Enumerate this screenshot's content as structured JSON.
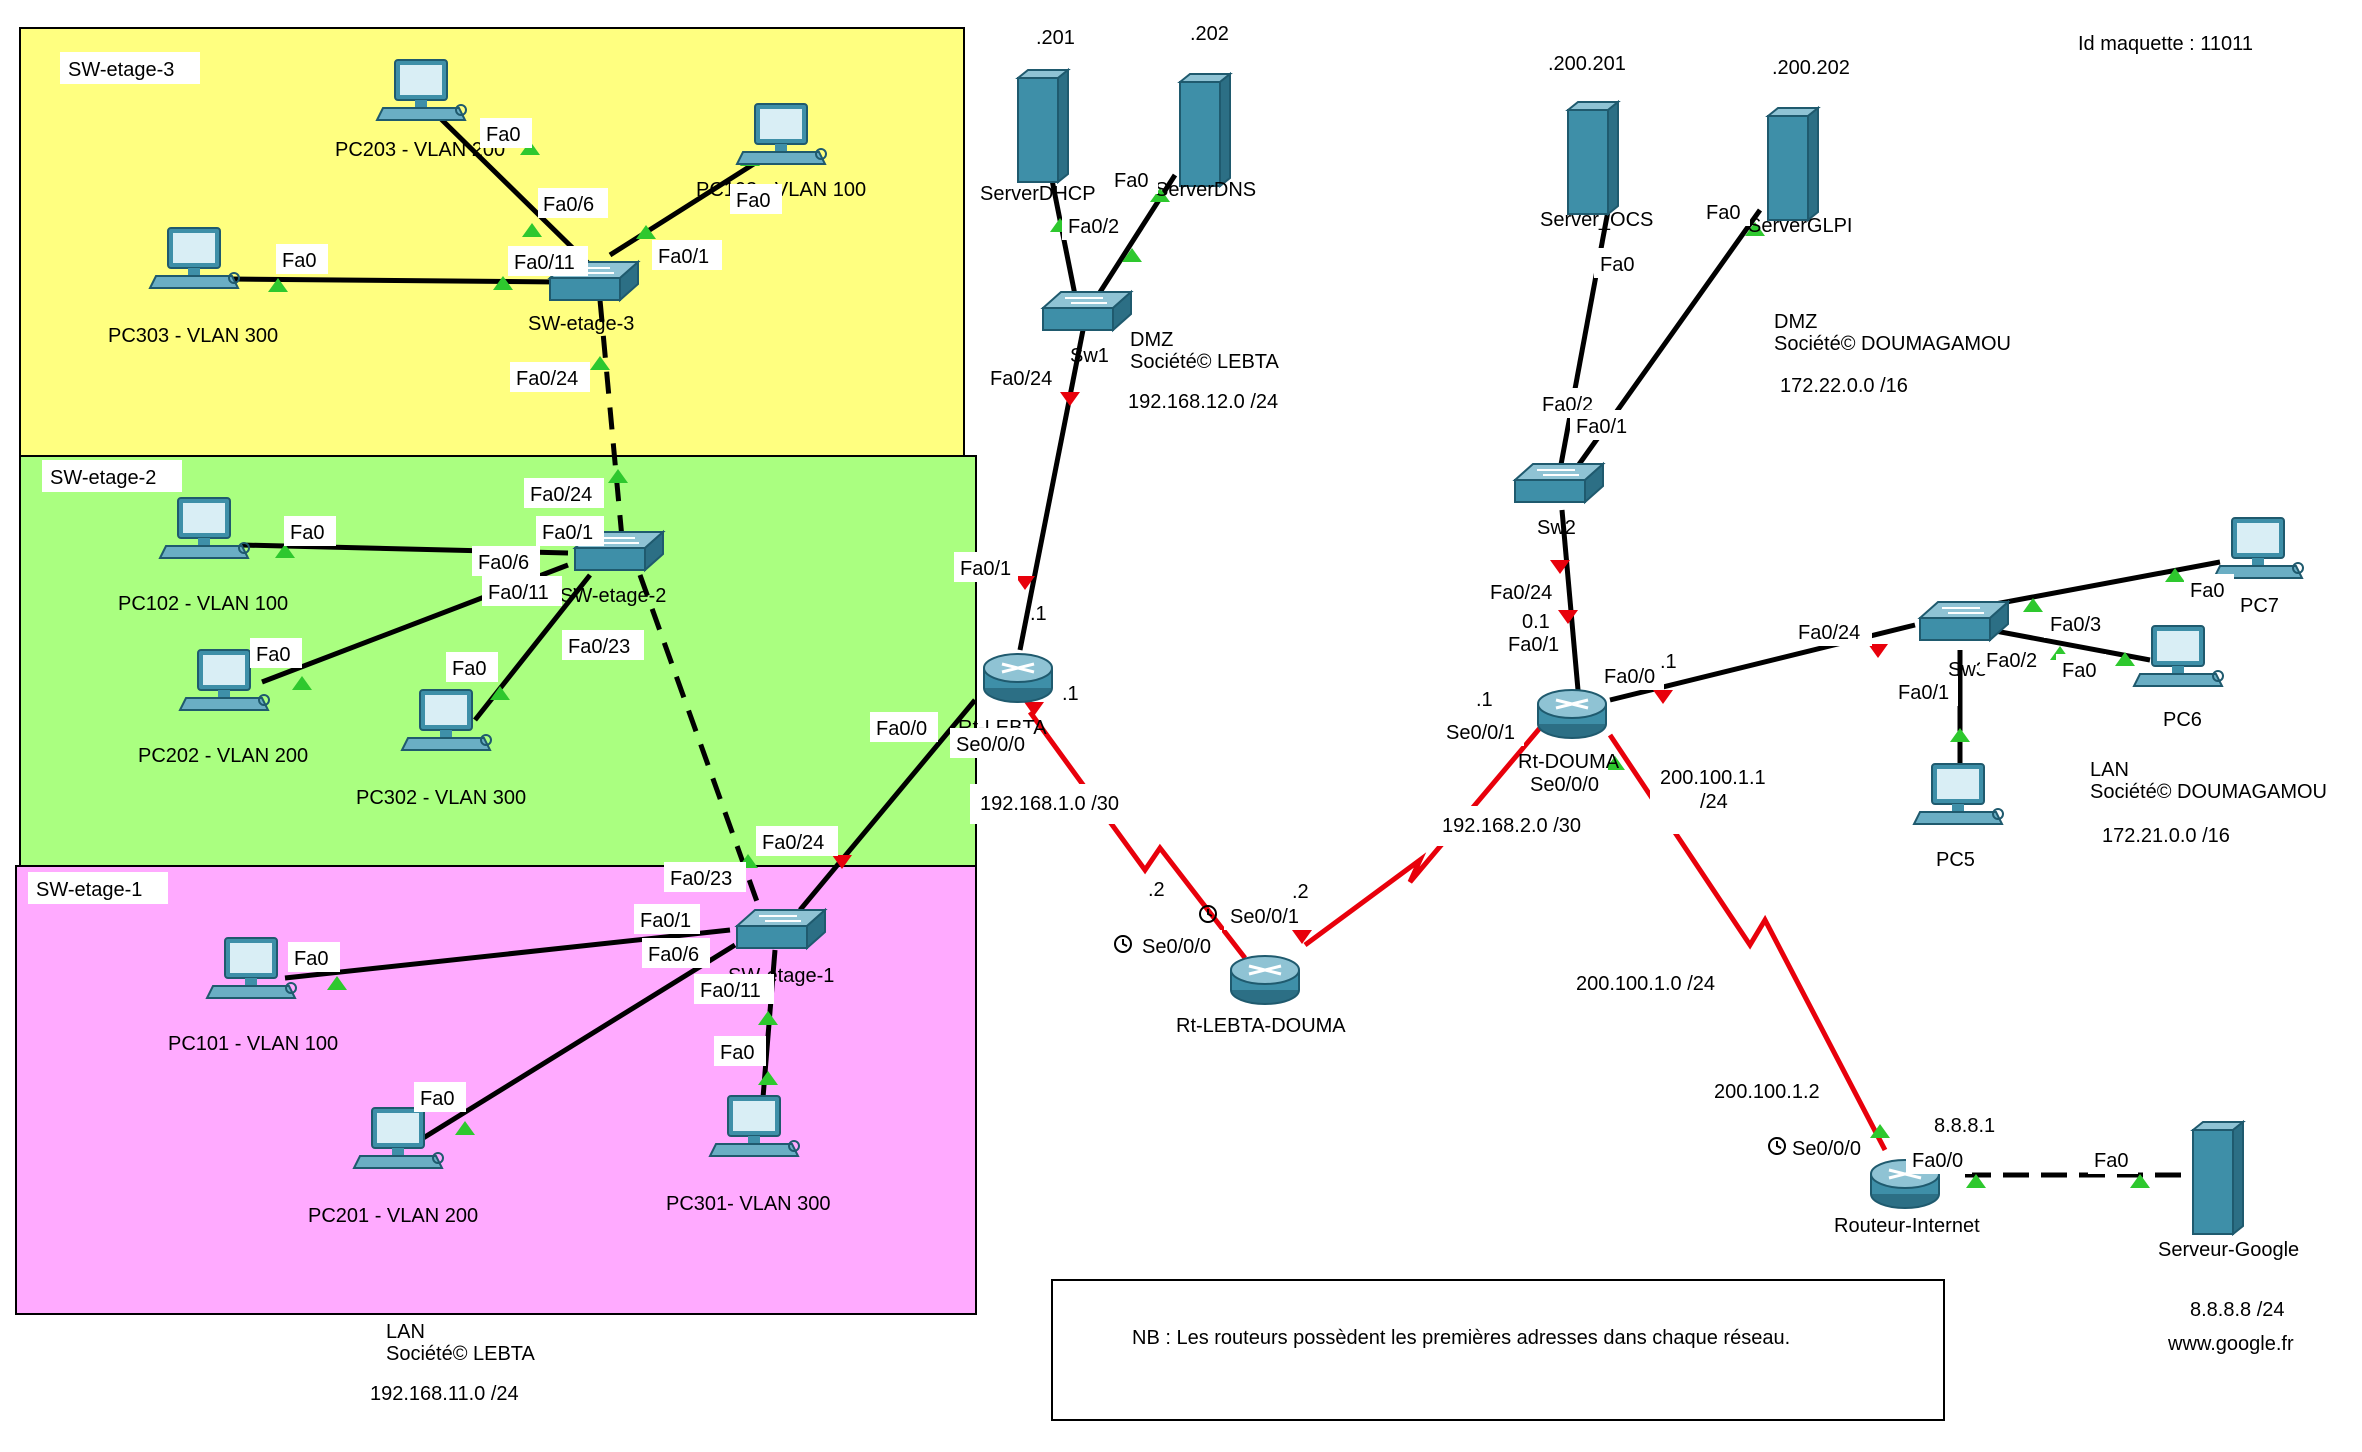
{
  "colors": {
    "zone_floor3": "#ffff80",
    "zone_floor2": "#aaff80",
    "zone_floor1": "#ffaaff",
    "link_ethernet": "#000000",
    "link_serial": "#e8000b",
    "status_up": "#2ec82e",
    "status_down": "#e8000b",
    "device": "#3e8fa8"
  },
  "header": {
    "maquette_id": "Id maquette : 11011"
  },
  "zones": {
    "floor3": {
      "title": "SW-etage-3"
    },
    "floor2": {
      "title": "SW-etage-2"
    },
    "floor1": {
      "title": "SW-etage-1"
    }
  },
  "devices": {
    "pc203": "PC203 - VLAN 200",
    "pc103": "PC103 - VLAN 100",
    "pc303": "PC303 - VLAN 300",
    "sw3": "SW-etage-3",
    "pc102": "PC102 - VLAN 100",
    "pc202": "PC202 - VLAN 200",
    "pc302": "PC302 - VLAN 300",
    "sw2": "SW-etage-2",
    "pc101": "PC101 - VLAN 100",
    "pc201": "PC201 - VLAN 200",
    "pc301": "PC301- VLAN 300",
    "sw1e": "SW-etage-1",
    "server_dhcp": "ServerDHCP",
    "server_dns": "ServerDNS",
    "sw1": "Sw1",
    "rt_lebta": "Rt-LEBTA",
    "rt_lebta_douma": "Rt-LEBTA-DOUMA",
    "server_ocs": "Server_OCS",
    "server_glpi": "ServerGLPI",
    "sw2d": "Sw2",
    "rt_douma": "Rt-DOUMA",
    "sw3d": "Sw3",
    "pc5": "PC5",
    "pc6": "PC6",
    "pc7": "PC7",
    "routeur_internet": "Routeur-Internet",
    "serveur_google": "Serveur-Google"
  },
  "ports": {
    "sw3_fa0_6": "Fa0/6",
    "sw3_fa0_1": "Fa0/1",
    "sw3_fa0_11": "Fa0/11",
    "sw3_fa0_24": "Fa0/24",
    "pc203_fa0": "Fa0",
    "pc103_fa0": "Fa0",
    "pc303_fa0": "Fa0",
    "sw2_fa0_24": "Fa0/24",
    "sw2_fa0_1": "Fa0/1",
    "sw2_fa0_6": "Fa0/6",
    "sw2_fa0_11": "Fa0/11",
    "sw2_fa0_23": "Fa0/23",
    "pc102_fa0": "Fa0",
    "pc202_fa0": "Fa0",
    "pc302_fa0": "Fa0",
    "sw1e_fa0_24": "Fa0/24",
    "sw1e_fa0_23": "Fa0/23",
    "sw1e_fa0_1": "Fa0/1",
    "sw1e_fa0_6": "Fa0/6",
    "sw1e_fa0_11": "Fa0/11",
    "pc101_fa0": "Fa0",
    "pc201_fa0": "Fa0",
    "pc301_fa0": "Fa0",
    "srv_dhcp_fa0": "Fa0",
    "sw1_fa0_2": "Fa0/2",
    "sw1_fa0_24": "Fa0/24",
    "rt_lebta_fa0_1": "Fa0/1",
    "rt_lebta_fa0_0": "Fa0/0",
    "rt_lebta_se0_0_0": "Se0/0/0",
    "rld_se0_0_1": "Se0/0/1",
    "rld_se0_0_0": "Se0/0/0",
    "srv_ocs_fa0": "Fa0",
    "srv_glpi_fa0": "Fa0",
    "sw2d_fa0_2": "Fa0/2",
    "sw2d_fa0_1": "Fa0/1",
    "sw2d_fa0_24": "Fa0/24",
    "rtd_fa0_1": "Fa0/1",
    "rtd_fa0_0": "Fa0/0",
    "rtd_se0_0_1": "Se0/0/1",
    "rtd_se0_0_0": "Se0/0/0",
    "sw3d_fa0_24": "Fa0/24",
    "sw3d_fa0_3": "Fa0/3",
    "sw3d_fa0_2": "Fa0/2",
    "sw3d_fa0_1": "Fa0/1",
    "pc7_fa0": "Fa0",
    "pc6_fa0": "Fa0",
    "ri_se0_0_0": "Se0/0/0",
    "ri_fa0_0": "Fa0/0",
    "google_fa0": "Fa0"
  },
  "addresses": {
    "dhcp_ip": ".201",
    "dns_ip": ".202",
    "ocs_ip": ".200.201",
    "glpi_ip": ".200.202",
    "rt_lebta_fa0_1_ip": ".1",
    "rt_lebta_se_ip": ".1",
    "rld_left_ip": ".2",
    "rld_right_ip": ".2",
    "rtd_se_ip": ".1",
    "rtd_fa0_0_ip": ".1",
    "rtd_fa0_1_ip": "0.1",
    "net_lebta_wan": "192.168.1.0 /30",
    "net_douma_wan": "192.168.2.0 /30",
    "net_internet": "200.100.1.0 /24",
    "rtd_public_ip": "200.100.1.1",
    "rtd_public_mask": "/24",
    "ri_public_ip": "200.100.1.2",
    "ri_lan_ip": "8.8.8.1",
    "google_ip": "8.8.8.8 /24",
    "google_host": "www.google.fr"
  },
  "notes": {
    "dmz_lebta": {
      "line1": "DMZ",
      "line2": "Société© LEBTA",
      "net": "192.168.12.0 /24"
    },
    "dmz_douma": {
      "line1": "DMZ",
      "line2": "Société© DOUMAGAMOU",
      "net": "172.22.0.0 /16"
    },
    "lan_douma": {
      "line1": "LAN",
      "line2": "Société© DOUMAGAMOU",
      "net": "172.21.0.0 /16"
    },
    "lan_lebta": {
      "line1": "LAN",
      "line2": "Société© LEBTA",
      "net": "192.168.11.0 /24"
    }
  },
  "footer_note": "NB : Les routeurs possèdent les premières adresses dans chaque réseau."
}
